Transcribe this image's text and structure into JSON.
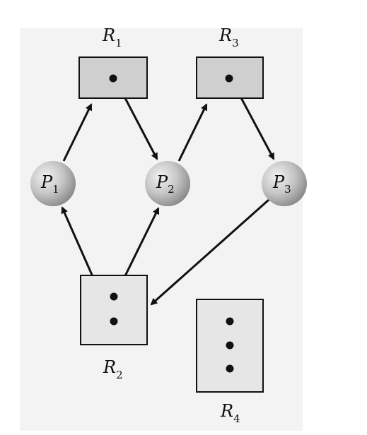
{
  "graph": {
    "resources": {
      "R1": {
        "name": "R",
        "index": "1",
        "instances": 1
      },
      "R2": {
        "name": "R",
        "index": "2",
        "instances": 2
      },
      "R3": {
        "name": "R",
        "index": "3",
        "instances": 1
      },
      "R4": {
        "name": "R",
        "index": "4",
        "instances": 3
      }
    },
    "processes": {
      "P1": {
        "name": "P",
        "index": "1"
      },
      "P2": {
        "name": "P",
        "index": "2"
      },
      "P3": {
        "name": "P",
        "index": "3"
      }
    },
    "edges": [
      {
        "from": "P1",
        "to": "R1",
        "kind": "request"
      },
      {
        "from": "R1",
        "to": "P2",
        "kind": "assignment"
      },
      {
        "from": "P2",
        "to": "R3",
        "kind": "request"
      },
      {
        "from": "R3",
        "to": "P3",
        "kind": "assignment"
      },
      {
        "from": "P3",
        "to": "R2",
        "kind": "request"
      },
      {
        "from": "R2",
        "to": "P1",
        "kind": "assignment"
      },
      {
        "from": "R2",
        "to": "P2",
        "kind": "assignment"
      }
    ]
  },
  "colors": {
    "canvas_bg": "#f3f3f3",
    "resource_shaded": "#cfcfcf",
    "resource_light": "#e6e6e6",
    "process_fill": "#bdbdbd",
    "stroke": "#111111"
  }
}
